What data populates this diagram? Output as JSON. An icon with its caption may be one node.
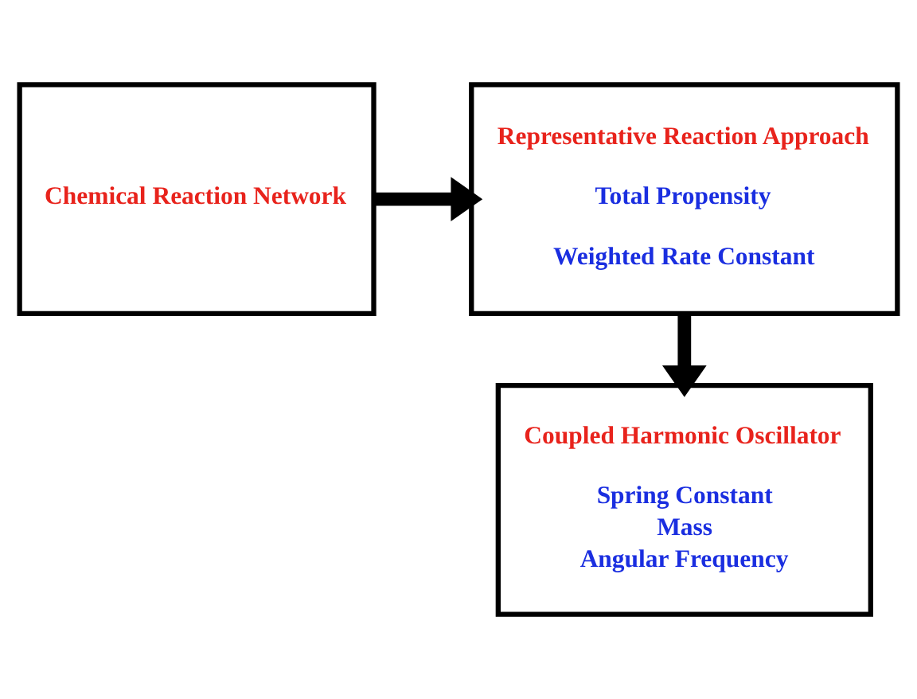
{
  "diagram": {
    "nodes": [
      {
        "text": [
          "Chemical Reaction Network"
        ]
      },
      {
        "text": [
          "Representative Reaction Approach",
          "Total Propensity",
          "Weighted Rate Constant"
        ]
      },
      {
        "text": [
          "Coupled Harmonic Oscillator",
          "Spring Constant",
          "Mass",
          "Angular Frequency"
        ]
      }
    ],
    "edges": [
      {
        "from": 0,
        "to": 1,
        "arrow": "to"
      },
      {
        "from": 1,
        "to": 2,
        "arrow": "to"
      }
    ]
  }
}
